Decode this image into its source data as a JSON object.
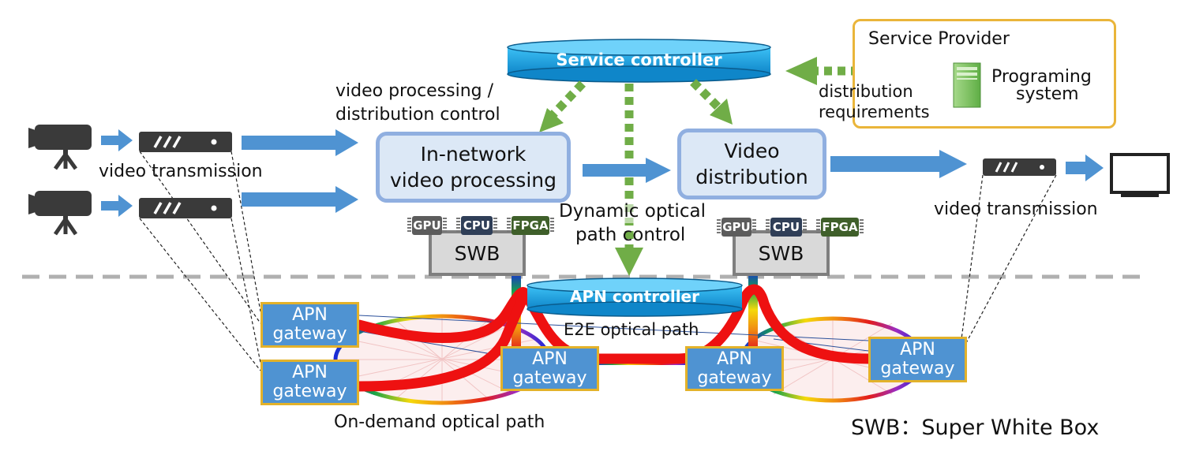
{
  "colors": {
    "arrow_blue": "#4f93d2",
    "control_green": "#70ad47",
    "gateway_fill": "#4f93d2",
    "gateway_border": "#e3b22a",
    "path_red": "#ee1111",
    "controller_fill": "#1fa7e8",
    "provider_border": "#eab53a",
    "processing_fill": "#dce8f6"
  },
  "service_provider": {
    "title": "Service Provider",
    "system_line1": "Programing",
    "system_line2": "system",
    "icon": "server-icon"
  },
  "service_controller": {
    "label": "Service controller"
  },
  "apn_controller": {
    "label": "APN controller"
  },
  "labels": {
    "distribution_req_line1": "distribution",
    "distribution_req_line2": "requirements",
    "video_proc_ctrl_line1": "video processing /",
    "video_proc_ctrl_line2": "distribution control",
    "video_transmission_left": "video transmission",
    "video_transmission_right": "video transmission",
    "dynamic_line1": "Dynamic optical",
    "dynamic_line2": "path control",
    "e2e": "E2E optical path",
    "on_demand": "On-demand optical path",
    "swb_legend": "SWB：Super White Box"
  },
  "in_network": {
    "line1": "In-network",
    "line2": "video processing"
  },
  "video_distribution": {
    "line1": "Video",
    "line2": "distribution"
  },
  "chips": {
    "gpu": "GPU",
    "cpu": "CPU",
    "fpga": "FPGA"
  },
  "swb": {
    "left": "SWB",
    "right": "SWB"
  },
  "gateway": {
    "line1": "APN",
    "line2": "gateway"
  },
  "icons": {
    "camera": "video-camera-icon",
    "encoder": "encoder-device-icon",
    "monitor": "monitor-icon"
  }
}
